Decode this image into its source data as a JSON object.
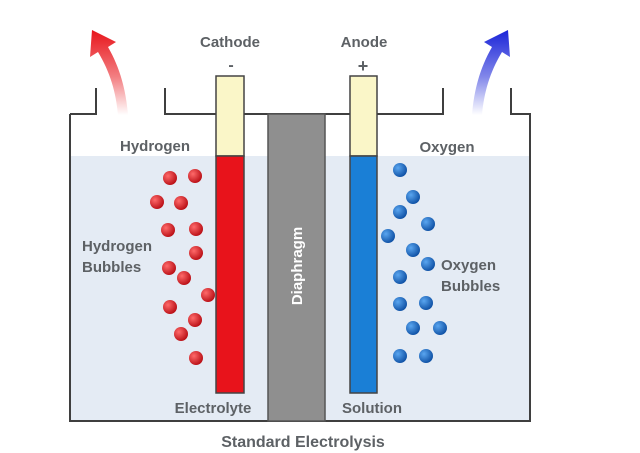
{
  "diagram": {
    "title": "Standard Electrolysis",
    "electrodes": {
      "cathode": {
        "name": "Cathode",
        "sign": "-"
      },
      "anode": {
        "name": "Anode",
        "sign": "+"
      }
    },
    "gases": {
      "left": "Hydrogen",
      "right": "Oxygen"
    },
    "bubbles": {
      "left_line1": "Hydrogen",
      "left_line2": "Bubbles",
      "right_line1": "Oxygen",
      "right_line2": "Bubbles"
    },
    "separator": "Diaphragm",
    "bottom_labels": {
      "left": "Electrolyte",
      "right": "Solution"
    },
    "colors": {
      "hydrogen_arrow": "#e8151b",
      "oxygen_arrow": "#1b25d8",
      "cathode_rod": "#e8131b",
      "anode_rod": "#1a7fd6",
      "rod_cap": "#faf6c8",
      "diaphragm": "#8f8f8f",
      "solution": "#e4ebf4",
      "hydrogen_bubble": "#d8171f",
      "oxygen_bubble": "#1666c4",
      "label_text": "#5d6165"
    }
  }
}
